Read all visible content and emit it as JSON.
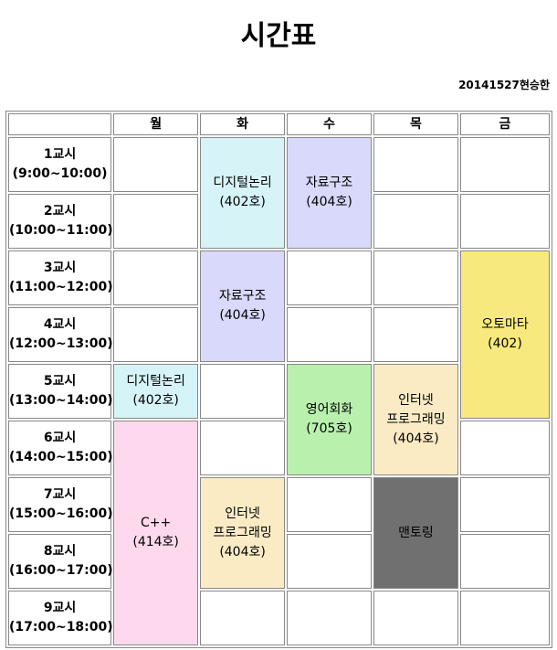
{
  "page": {
    "title": "시간표",
    "author": "20141527현승한"
  },
  "table": {
    "days": [
      "월",
      "화",
      "수",
      "목",
      "금"
    ],
    "periods": [
      {
        "name": "1교시",
        "time": "(9:00~10:00)"
      },
      {
        "name": "2교시",
        "time": "(10:00~11:00)"
      },
      {
        "name": "3교시",
        "time": "(11:00~12:00)"
      },
      {
        "name": "4교시",
        "time": "(12:00~13:00)"
      },
      {
        "name": "5교시",
        "time": "(13:00~14:00)"
      },
      {
        "name": "6교시",
        "time": "(14:00~15:00)"
      },
      {
        "name": "7교시",
        "time": "(15:00~16:00)"
      },
      {
        "name": "8교시",
        "time": "(16:00~17:00)"
      },
      {
        "name": "9교시",
        "time": "(17:00~18:00)"
      }
    ],
    "classes": [
      {
        "id": "tue-digital-logic",
        "day": 1,
        "start": 0,
        "span": 2,
        "lines": [
          "디지털논리",
          "(402호)"
        ],
        "color": "#d6f3f8"
      },
      {
        "id": "wed-data-structures",
        "day": 2,
        "start": 0,
        "span": 2,
        "lines": [
          "자료구조",
          "(404호)"
        ],
        "color": "#d9d9fb"
      },
      {
        "id": "tue-data-structures",
        "day": 1,
        "start": 2,
        "span": 2,
        "lines": [
          "자료구조",
          "(404호)"
        ],
        "color": "#d9d9fb"
      },
      {
        "id": "fri-automata",
        "day": 4,
        "start": 2,
        "span": 3,
        "lines": [
          "오토마타",
          "(402)"
        ],
        "color": "#f8e97e"
      },
      {
        "id": "mon-digital-logic",
        "day": 0,
        "start": 4,
        "span": 1,
        "lines": [
          "디지털논리",
          "(402호)"
        ],
        "color": "#d6f3f8"
      },
      {
        "id": "wed-english",
        "day": 2,
        "start": 4,
        "span": 2,
        "lines": [
          "영어회화",
          "(705호)"
        ],
        "color": "#b9f0ae"
      },
      {
        "id": "thu-internet-programming",
        "day": 3,
        "start": 4,
        "span": 2,
        "lines": [
          "인터넷",
          "프로그래밍",
          "(404호)"
        ],
        "color": "#fbebc5"
      },
      {
        "id": "mon-cpp",
        "day": 0,
        "start": 5,
        "span": 4,
        "lines": [
          "C++",
          "(414호)"
        ],
        "color": "#fed8ec"
      },
      {
        "id": "tue-internet-programming",
        "day": 1,
        "start": 6,
        "span": 2,
        "lines": [
          "인터넷",
          "프로그래밍",
          "(404호)"
        ],
        "color": "#fbebc5"
      },
      {
        "id": "thu-mentoring",
        "day": 3,
        "start": 6,
        "span": 2,
        "lines": [
          "맨토링"
        ],
        "color": "#707070"
      }
    ]
  }
}
